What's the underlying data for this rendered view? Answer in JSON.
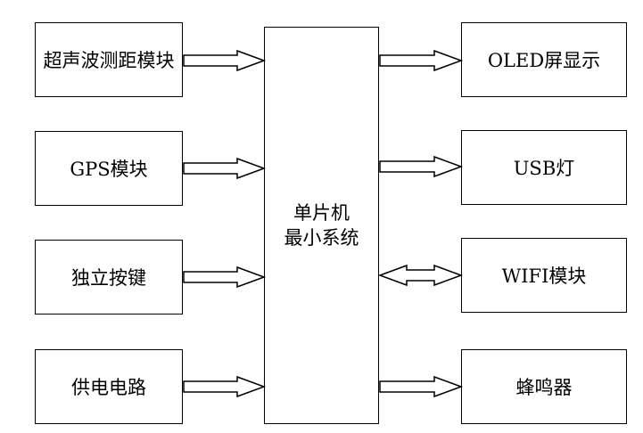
{
  "left_modules": [
    {
      "label": "超声波测距模块",
      "arrow": "right"
    },
    {
      "label": "GPS模块",
      "arrow": "right"
    },
    {
      "label": "独立按键",
      "arrow": "right"
    },
    {
      "label": "供电电路",
      "arrow": "right"
    }
  ],
  "center": {
    "line1": "单片机",
    "line2": "最小系统"
  },
  "right_modules": [
    {
      "label": "OLED屏显示",
      "arrow": "right"
    },
    {
      "label": "USB灯",
      "arrow": "right"
    },
    {
      "label": "WIFI模块",
      "arrow": "both"
    },
    {
      "label": "蜂鸣器",
      "arrow": "right"
    }
  ]
}
